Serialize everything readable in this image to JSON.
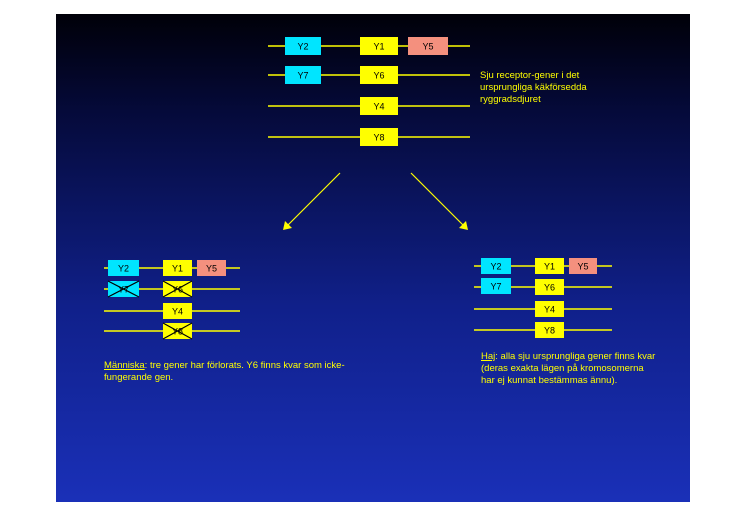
{
  "colors": {
    "line": "#ffff00",
    "gene_yellow": "#ffff00",
    "gene_cyan": "#00e5ff",
    "gene_salmon": "#f4907e",
    "text": "#ffff00"
  },
  "ancestor": {
    "genes": [
      "Y2",
      "Y1",
      "Y5",
      "Y7",
      "Y6",
      "Y4",
      "Y8"
    ],
    "caption": "Sju receptor-gener i det ursprungliga käkförsedda ryggradsdjuret"
  },
  "human": {
    "genes": [
      "Y2",
      "Y1",
      "Y5",
      "Y7",
      "Y6",
      "Y4",
      "Y8"
    ],
    "lost_genes": [
      "Y7",
      "Y6",
      "Y8"
    ],
    "caption_link": "Människa",
    "caption_text": ": tre gener har förlorats. Y6 finns kvar som icke-fungerande gen."
  },
  "shark": {
    "genes": [
      "Y2",
      "Y1",
      "Y5",
      "Y7",
      "Y6",
      "Y4",
      "Y8"
    ],
    "caption_link": "Haj",
    "caption_text": ": alla sju ursprungliga gener finns kvar (deras exakta lägen på kromosomerna har ej kunnat bestämmas ännu)."
  }
}
